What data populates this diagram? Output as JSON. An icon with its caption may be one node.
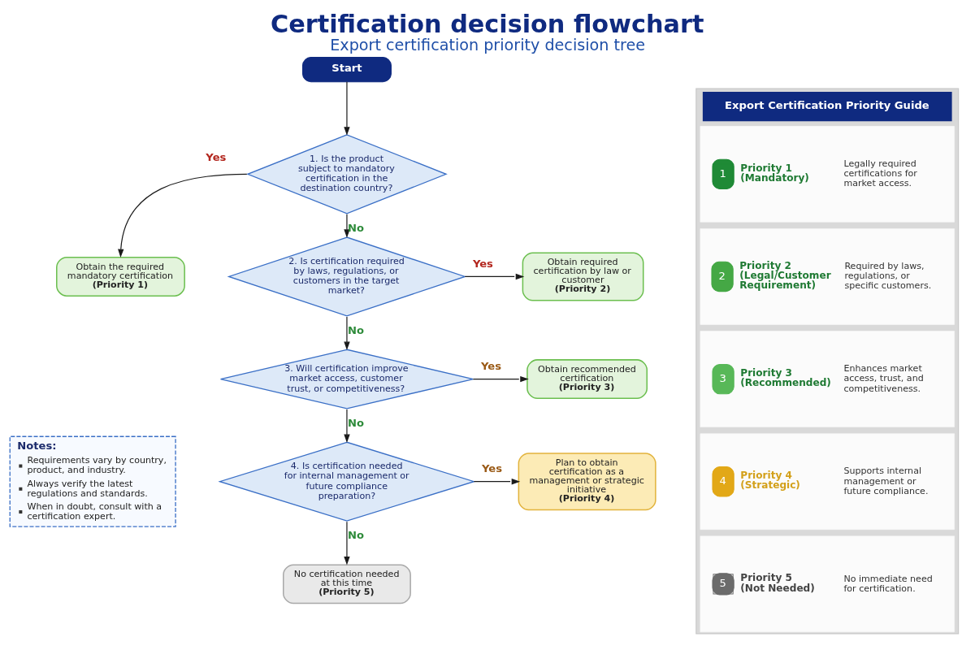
{
  "diagram": {
    "title": "Certification decision flowchart",
    "caption": "Export certification priority decision tree",
    "nodes": [
      {
        "text": [
          "Start"
        ]
      },
      {
        "text": [
          "1. Is the product subject to mandatory certification in the destination country?"
        ]
      },
      {
        "text": [
          "Obtain the required mandatory certification",
          "(Priority 1)"
        ]
      },
      {
        "text": [
          "2. Is certification required by laws, regulations, or customers in the target market?"
        ]
      },
      {
        "text": [
          "Obtain required certification by law or customer",
          "(Priority 2)"
        ]
      },
      {
        "text": [
          "3. Will certification improve market access, customer trust, or competitiveness?"
        ]
      },
      {
        "text": [
          "Obtain recommended certification",
          "(Priority 3)"
        ]
      },
      {
        "text": [
          "4. Is certification needed for internal management or future compliance preparation?"
        ]
      },
      {
        "text": [
          "Plan to obtain certification as a management or strategic initiative",
          "(Priority 4)"
        ]
      },
      {
        "text": [
          "No certification needed at this time",
          "(Priority 5)"
        ]
      },
      {
        "text": [
          "Notes:",
          "Requirements vary by country, product, and industry.",
          "Always verify the latest regulations and standards.",
          "When in doubt, consult with a certification expert."
        ]
      },
      {
        "text": [
          "Export Certification Priority Guide"
        ]
      },
      {
        "text": [
          "1",
          "Priority 1 (Mandatory)",
          "Legally required certifications for market access."
        ],
        "in": 11
      },
      {
        "text": [
          "2",
          "Priority 2 (Legal/Customer Requirement)",
          "Required by laws, regulations, or specific customers."
        ],
        "in": 11
      },
      {
        "text": [
          "3",
          "Priority 3 (Recommended)",
          "Enhances market access, trust, and competitiveness."
        ],
        "in": 11
      },
      {
        "text": [
          "4",
          "Priority 4 (Strategic)",
          "Supports internal management or future compliance."
        ],
        "in": 11
      },
      {
        "text": [
          "5",
          "Priority 5 (Not Needed)",
          "No immediate need for certification."
        ],
        "in": 11
      }
    ],
    "edges": [
      {
        "from": 0,
        "to": 1,
        "arrow": "to"
      },
      {
        "from": 1,
        "to": 2,
        "arrow": "to",
        "label": "Yes"
      },
      {
        "from": 1,
        "to": 3,
        "arrow": "to",
        "label": "No"
      },
      {
        "from": 3,
        "to": 4,
        "arrow": "to",
        "label": "Yes"
      },
      {
        "from": 3,
        "to": 5,
        "arrow": "to",
        "label": "No"
      },
      {
        "from": 5,
        "to": 6,
        "arrow": "to",
        "label": "Yes"
      },
      {
        "from": 5,
        "to": 7,
        "arrow": "to",
        "label": "No"
      },
      {
        "from": 7,
        "to": 8,
        "arrow": "to",
        "label": "Yes"
      },
      {
        "from": 7,
        "to": 9,
        "arrow": "to",
        "label": "No"
      }
    ]
  }
}
